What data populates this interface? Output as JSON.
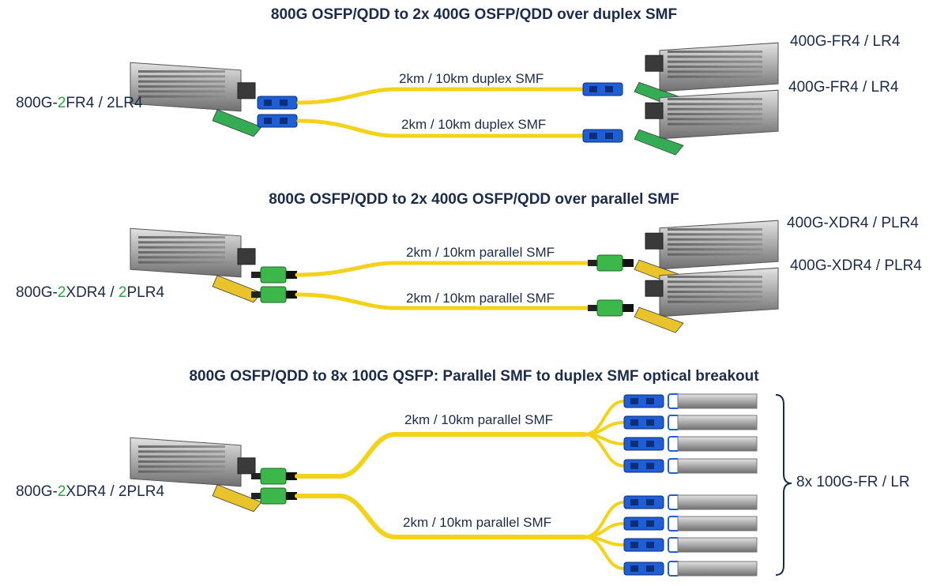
{
  "sections": [
    {
      "title": "800G OSFP/QDD to 2x 400G OSFP/QDD over duplex SMF",
      "left_label": {
        "prefix": "800G-",
        "accent": "2",
        "mid": "FR4 / ",
        "accent2": "",
        "suffix": "2LR4"
      },
      "cables": [
        "2km / 10km duplex SMF",
        "2km / 10km duplex SMF"
      ],
      "right_labels": [
        "400G-FR4 / LR4",
        "400G-FR4 / LR4"
      ]
    },
    {
      "title": "800G OSFP/QDD to 2x 400G OSFP/QDD over parallel SMF",
      "left_label": {
        "prefix": "800G-",
        "accent": "2",
        "mid": "XDR4 / ",
        "accent2": "2",
        "suffix": "PLR4"
      },
      "cables": [
        "2km / 10km parallel SMF",
        "2km / 10km parallel SMF"
      ],
      "right_labels": [
        "400G-XDR4 / PLR4",
        "400G-XDR4 / PLR4"
      ]
    },
    {
      "title": "800G OSFP/QDD to 8x 100G QSFP: Parallel SMF to duplex SMF optical breakout",
      "left_label": {
        "prefix": "800G-",
        "accent": "2",
        "mid": "XDR4 / ",
        "accent2": "",
        "suffix": "2PLR4"
      },
      "cables": [
        "2km / 10km parallel SMF",
        "2km / 10km parallel SMF"
      ],
      "right_labels": [
        "8x 100G-FR / LR"
      ]
    }
  ],
  "colors": {
    "title": "#1c2b4a",
    "fiber": "#f5d21a",
    "accent_green": "#2ea043",
    "mpo_green": "#3cb84a",
    "lc_blue": "#1f5fd6",
    "module_metal": "#9a9a9a",
    "pull_tab_green": "#2aa84a",
    "pull_tab_yellow": "#e8c020"
  }
}
